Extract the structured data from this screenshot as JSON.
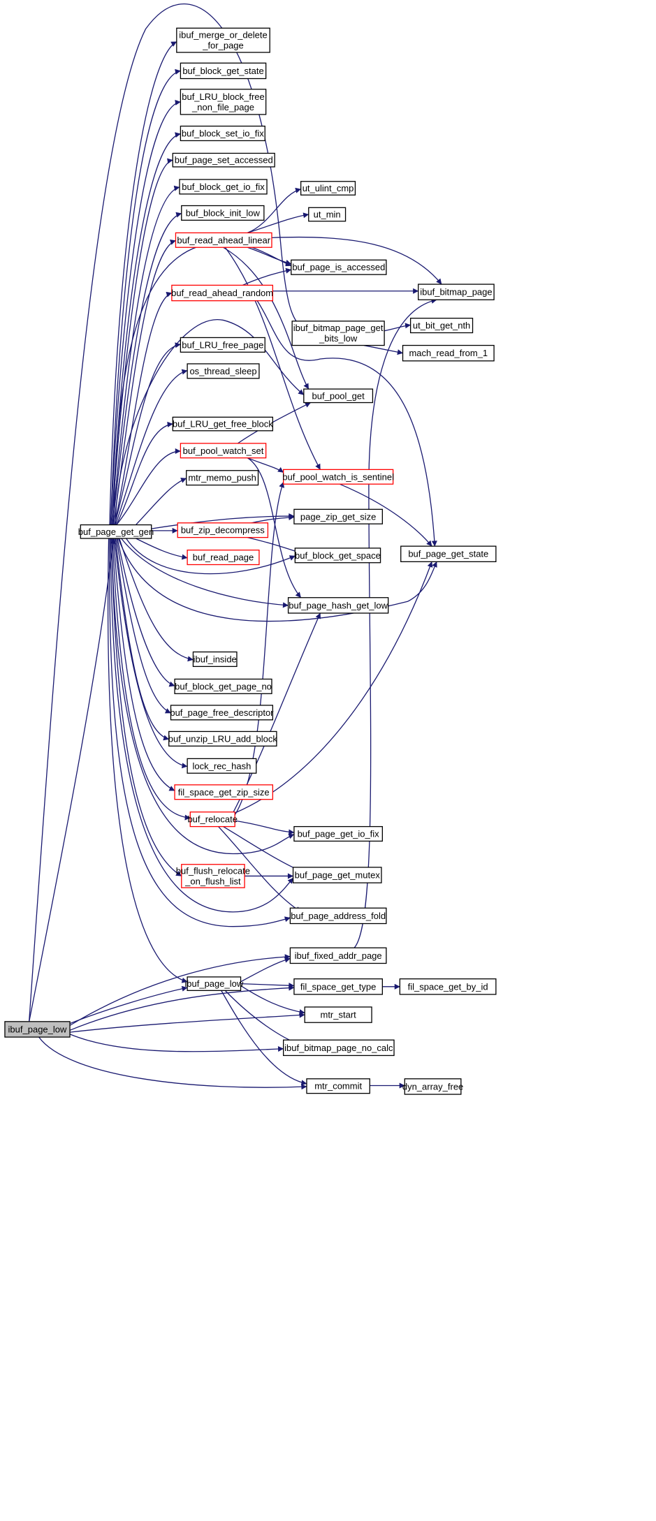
{
  "colors": {
    "edge": "#191970",
    "node_border": "#000000",
    "node_border_highlight": "#ff0000",
    "root_fill": "#bfbfbf",
    "node_fill": "#ffffff"
  },
  "nodes": {
    "ibuf_page_low": {
      "label": [
        "ibuf_page_low"
      ],
      "style": "root"
    },
    "buf_page_get_gen": {
      "label": [
        "buf_page_get_gen"
      ],
      "style": "normal"
    },
    "ibuf_merge_or_delete_for_page": {
      "label": [
        "ibuf_merge_or_delete",
        "_for_page"
      ],
      "style": "normal"
    },
    "buf_block_get_state": {
      "label": [
        "buf_block_get_state"
      ],
      "style": "normal"
    },
    "buf_LRU_block_free_non_file_page": {
      "label": [
        "buf_LRU_block_free",
        "_non_file_page"
      ],
      "style": "normal"
    },
    "buf_block_set_io_fix": {
      "label": [
        "buf_block_set_io_fix"
      ],
      "style": "normal"
    },
    "buf_page_set_accessed": {
      "label": [
        "buf_page_set_accessed"
      ],
      "style": "normal"
    },
    "buf_block_get_io_fix": {
      "label": [
        "buf_block_get_io_fix"
      ],
      "style": "normal"
    },
    "buf_block_init_low": {
      "label": [
        "buf_block_init_low"
      ],
      "style": "normal"
    },
    "buf_read_ahead_linear": {
      "label": [
        "buf_read_ahead_linear"
      ],
      "style": "highlight"
    },
    "buf_read_ahead_random": {
      "label": [
        "buf_read_ahead_random"
      ],
      "style": "highlight"
    },
    "buf_LRU_free_page": {
      "label": [
        "buf_LRU_free_page"
      ],
      "style": "normal"
    },
    "os_thread_sleep": {
      "label": [
        "os_thread_sleep"
      ],
      "style": "normal"
    },
    "buf_LRU_get_free_block": {
      "label": [
        "buf_LRU_get_free_block"
      ],
      "style": "normal"
    },
    "buf_pool_watch_set": {
      "label": [
        "buf_pool_watch_set"
      ],
      "style": "highlight"
    },
    "mtr_memo_push": {
      "label": [
        "mtr_memo_push"
      ],
      "style": "normal"
    },
    "buf_zip_decompress": {
      "label": [
        "buf_zip_decompress"
      ],
      "style": "highlight"
    },
    "buf_read_page": {
      "label": [
        "buf_read_page"
      ],
      "style": "highlight"
    },
    "ibuf_inside": {
      "label": [
        "ibuf_inside"
      ],
      "style": "normal"
    },
    "buf_block_get_page_no": {
      "label": [
        "buf_block_get_page_no"
      ],
      "style": "normal"
    },
    "buf_page_free_descriptor": {
      "label": [
        "buf_page_free_descriptor"
      ],
      "style": "normal"
    },
    "buf_unzip_LRU_add_block": {
      "label": [
        "buf_unzip_LRU_add_block"
      ],
      "style": "normal"
    },
    "lock_rec_hash": {
      "label": [
        "lock_rec_hash"
      ],
      "style": "normal"
    },
    "fil_space_get_zip_size": {
      "label": [
        "fil_space_get_zip_size"
      ],
      "style": "highlight"
    },
    "buf_relocate": {
      "label": [
        "buf_relocate"
      ],
      "style": "highlight"
    },
    "buf_flush_relocate_on_flush_list": {
      "label": [
        "buf_flush_relocate",
        "_on_flush_list"
      ],
      "style": "highlight"
    },
    "ibuf_page_low_2": {
      "label": [
        "ibuf_page_low"
      ],
      "style": "normal"
    },
    "ut_ulint_cmp": {
      "label": [
        "ut_ulint_cmp"
      ],
      "style": "normal"
    },
    "ut_min": {
      "label": [
        "ut_min"
      ],
      "style": "normal"
    },
    "buf_page_is_accessed": {
      "label": [
        "buf_page_is_accessed"
      ],
      "style": "normal"
    },
    "ibuf_bitmap_page_get_bits_low": {
      "label": [
        "ibuf_bitmap_page_get",
        "_bits_low"
      ],
      "style": "normal"
    },
    "buf_pool_get": {
      "label": [
        "buf_pool_get"
      ],
      "style": "normal"
    },
    "buf_pool_watch_is_sentinel": {
      "label": [
        "buf_pool_watch_is_sentinel"
      ],
      "style": "highlight"
    },
    "page_zip_get_size": {
      "label": [
        "page_zip_get_size"
      ],
      "style": "normal"
    },
    "buf_block_get_space": {
      "label": [
        "buf_block_get_space"
      ],
      "style": "normal"
    },
    "buf_page_hash_get_low": {
      "label": [
        "buf_page_hash_get_low"
      ],
      "style": "normal"
    },
    "buf_page_get_io_fix": {
      "label": [
        "buf_page_get_io_fix"
      ],
      "style": "normal"
    },
    "buf_page_get_mutex": {
      "label": [
        "buf_page_get_mutex"
      ],
      "style": "normal"
    },
    "buf_page_address_fold": {
      "label": [
        "buf_page_address_fold"
      ],
      "style": "normal"
    },
    "ibuf_fixed_addr_page": {
      "label": [
        "ibuf_fixed_addr_page"
      ],
      "style": "normal"
    },
    "fil_space_get_type": {
      "label": [
        "fil_space_get_type"
      ],
      "style": "normal"
    },
    "mtr_start": {
      "label": [
        "mtr_start"
      ],
      "style": "normal"
    },
    "ibuf_bitmap_page_no_calc": {
      "label": [
        "ibuf_bitmap_page_no_calc"
      ],
      "style": "normal"
    },
    "mtr_commit": {
      "label": [
        "mtr_commit"
      ],
      "style": "normal"
    },
    "ibuf_bitmap_page": {
      "label": [
        "ibuf_bitmap_page"
      ],
      "style": "normal"
    },
    "ut_bit_get_nth": {
      "label": [
        "ut_bit_get_nth"
      ],
      "style": "normal"
    },
    "mach_read_from_1": {
      "label": [
        "mach_read_from_1"
      ],
      "style": "normal"
    },
    "buf_page_get_state": {
      "label": [
        "buf_page_get_state"
      ],
      "style": "normal"
    },
    "fil_space_get_by_id": {
      "label": [
        "fil_space_get_by_id"
      ],
      "style": "normal"
    },
    "dyn_array_free": {
      "label": [
        "dyn_array_free"
      ],
      "style": "normal"
    }
  },
  "edges": [
    [
      "ibuf_page_low",
      "buf_page_get_gen"
    ],
    [
      "ibuf_page_low",
      "ibuf_bitmap_page_get_bits_low"
    ],
    [
      "ibuf_page_low",
      "ibuf_page_low_2"
    ],
    [
      "ibuf_page_low",
      "ibuf_fixed_addr_page"
    ],
    [
      "ibuf_page_low",
      "fil_space_get_type"
    ],
    [
      "ibuf_page_low",
      "mtr_start"
    ],
    [
      "ibuf_page_low",
      "ibuf_bitmap_page_no_calc"
    ],
    [
      "ibuf_page_low",
      "mtr_commit"
    ],
    [
      "buf_page_get_gen",
      "ibuf_merge_or_delete_for_page"
    ],
    [
      "buf_page_get_gen",
      "buf_block_get_state"
    ],
    [
      "buf_page_get_gen",
      "buf_LRU_block_free_non_file_page"
    ],
    [
      "buf_page_get_gen",
      "buf_block_set_io_fix"
    ],
    [
      "buf_page_get_gen",
      "buf_page_set_accessed"
    ],
    [
      "buf_page_get_gen",
      "buf_block_get_io_fix"
    ],
    [
      "buf_page_get_gen",
      "buf_block_init_low"
    ],
    [
      "buf_page_get_gen",
      "buf_read_ahead_linear"
    ],
    [
      "buf_page_get_gen",
      "buf_page_is_accessed"
    ],
    [
      "buf_page_get_gen",
      "buf_read_ahead_random"
    ],
    [
      "buf_page_get_gen",
      "buf_LRU_free_page"
    ],
    [
      "buf_page_get_gen",
      "os_thread_sleep"
    ],
    [
      "buf_page_get_gen",
      "buf_pool_get"
    ],
    [
      "buf_page_get_gen",
      "buf_LRU_get_free_block"
    ],
    [
      "buf_page_get_gen",
      "buf_pool_watch_set"
    ],
    [
      "buf_page_get_gen",
      "mtr_memo_push"
    ],
    [
      "buf_page_get_gen",
      "page_zip_get_size"
    ],
    [
      "buf_page_get_gen",
      "buf_zip_decompress"
    ],
    [
      "buf_page_get_gen",
      "buf_read_page"
    ],
    [
      "buf_page_get_gen",
      "buf_block_get_space"
    ],
    [
      "buf_page_get_gen",
      "buf_page_hash_get_low"
    ],
    [
      "buf_page_get_gen",
      "buf_page_get_state"
    ],
    [
      "buf_page_get_gen",
      "ibuf_inside"
    ],
    [
      "buf_page_get_gen",
      "buf_block_get_page_no"
    ],
    [
      "buf_page_get_gen",
      "buf_page_free_descriptor"
    ],
    [
      "buf_page_get_gen",
      "buf_unzip_LRU_add_block"
    ],
    [
      "buf_page_get_gen",
      "lock_rec_hash"
    ],
    [
      "buf_page_get_gen",
      "fil_space_get_zip_size"
    ],
    [
      "buf_page_get_gen",
      "buf_relocate"
    ],
    [
      "buf_page_get_gen",
      "buf_page_get_io_fix"
    ],
    [
      "buf_page_get_gen",
      "buf_flush_relocate_on_flush_list"
    ],
    [
      "buf_page_get_gen",
      "buf_page_get_mutex"
    ],
    [
      "buf_page_get_gen",
      "buf_page_address_fold"
    ],
    [
      "buf_page_get_gen",
      "ibuf_page_low_2"
    ],
    [
      "buf_read_ahead_linear",
      "ut_ulint_cmp"
    ],
    [
      "buf_read_ahead_linear",
      "ut_min"
    ],
    [
      "buf_read_ahead_linear",
      "buf_page_is_accessed"
    ],
    [
      "buf_read_ahead_linear",
      "ibuf_bitmap_page"
    ],
    [
      "buf_read_ahead_linear",
      "buf_pool_get"
    ],
    [
      "buf_read_ahead_linear",
      "buf_pool_watch_is_sentinel"
    ],
    [
      "buf_read_ahead_random",
      "buf_page_is_accessed"
    ],
    [
      "buf_read_ahead_random",
      "ibuf_bitmap_page"
    ],
    [
      "buf_read_ahead_random",
      "buf_page_get_state"
    ],
    [
      "buf_pool_watch_set",
      "buf_pool_get"
    ],
    [
      "buf_pool_watch_set",
      "buf_pool_watch_is_sentinel"
    ],
    [
      "buf_pool_watch_set",
      "buf_page_hash_get_low"
    ],
    [
      "buf_zip_decompress",
      "page_zip_get_size"
    ],
    [
      "buf_zip_decompress",
      "buf_block_get_space"
    ],
    [
      "buf_relocate",
      "buf_pool_watch_is_sentinel"
    ],
    [
      "buf_relocate",
      "buf_page_hash_get_low"
    ],
    [
      "buf_relocate",
      "buf_page_get_state"
    ],
    [
      "buf_relocate",
      "buf_page_get_io_fix"
    ],
    [
      "buf_relocate",
      "buf_page_get_mutex"
    ],
    [
      "buf_relocate",
      "buf_page_address_fold"
    ],
    [
      "buf_flush_relocate_on_flush_list",
      "buf_page_get_mutex"
    ],
    [
      "ibuf_bitmap_page_get_bits_low",
      "ut_bit_get_nth"
    ],
    [
      "ibuf_bitmap_page_get_bits_low",
      "mach_read_from_1"
    ],
    [
      "buf_pool_watch_is_sentinel",
      "buf_page_get_state"
    ],
    [
      "ibuf_page_low_2",
      "ibuf_fixed_addr_page"
    ],
    [
      "ibuf_page_low_2",
      "fil_space_get_type"
    ],
    [
      "ibuf_page_low_2",
      "mtr_start"
    ],
    [
      "ibuf_page_low_2",
      "ibuf_bitmap_page_no_calc"
    ],
    [
      "ibuf_page_low_2",
      "mtr_commit"
    ],
    [
      "ibuf_fixed_addr_page",
      "ibuf_bitmap_page"
    ],
    [
      "fil_space_get_type",
      "fil_space_get_by_id"
    ],
    [
      "mtr_commit",
      "dyn_array_free"
    ]
  ]
}
